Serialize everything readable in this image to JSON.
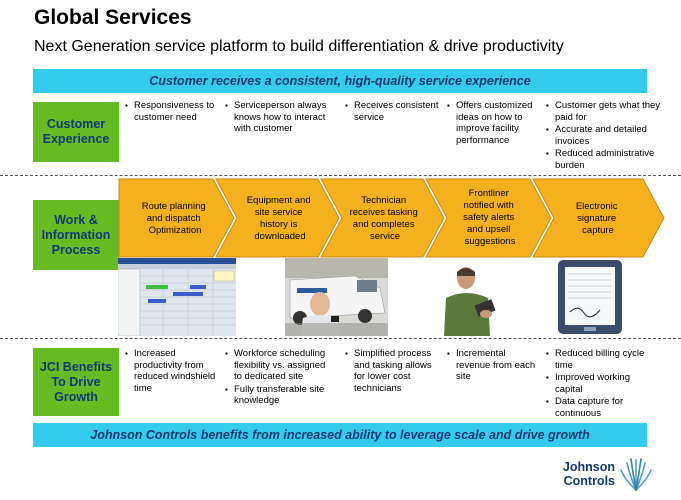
{
  "title": "Global Services",
  "subtitle": "Next Generation service platform to build differentiation & drive productivity",
  "banner_top": "Customer receives a consistent, high-quality service experience",
  "banner_bottom": "Johnson Controls benefits from increased ability to leverage scale and drive growth",
  "row_labels": {
    "customer": [
      "Customer",
      "Experience"
    ],
    "work": [
      "Work &",
      "Information",
      "Process"
    ],
    "jci": [
      "JCI Benefits",
      "To Drive",
      "Growth"
    ]
  },
  "customer_columns": [
    [
      "Responsiveness to customer need"
    ],
    [
      "Serviceperson always knows how to interact with customer"
    ],
    [
      "Receives consistent service"
    ],
    [
      "Offers customized ideas on how to improve facility performance"
    ],
    [
      "Customer gets what they paid for",
      "Accurate and detailed invoices",
      "Reduced administrative burden"
    ]
  ],
  "process_steps": [
    [
      "Route planning",
      "and dispatch",
      "Optimization"
    ],
    [
      "Equipment and",
      "site service",
      "history is",
      "downloaded"
    ],
    [
      "Technician",
      "receives tasking",
      "and completes",
      "service"
    ],
    [
      "Frontliner",
      "notified with",
      "safety alerts",
      "and upsell",
      "suggestions"
    ],
    [
      "Electronic",
      "signature",
      "capture"
    ]
  ],
  "jci_columns": [
    [
      "Increased productivity from reduced windshield time"
    ],
    [
      "Workforce scheduling flexibility vs. assigned to dedicated site",
      "Fully transferable site knowledge"
    ],
    [
      "Simplified process and tasking allows for lower cost technicians"
    ],
    [
      "Incremental revenue from each site"
    ],
    [
      "Reduced billing cycle time",
      "Improved working capital",
      "Data capture for continuous"
    ]
  ],
  "photos": [
    {
      "name": "dispatch-software-screenshot"
    },
    {
      "name": "technician-with-van-photo"
    },
    {
      "name": "frontliner-with-handheld-photo"
    },
    {
      "name": "tablet-signature-photo"
    }
  ],
  "logo": {
    "line1": "Johnson",
    "line2": "Controls"
  },
  "colors": {
    "banner": "#33ccee",
    "label_green": "#66bb22",
    "label_text": "#123a70",
    "chevron": "#f5b11d",
    "chevron_border": "#c88a10"
  }
}
